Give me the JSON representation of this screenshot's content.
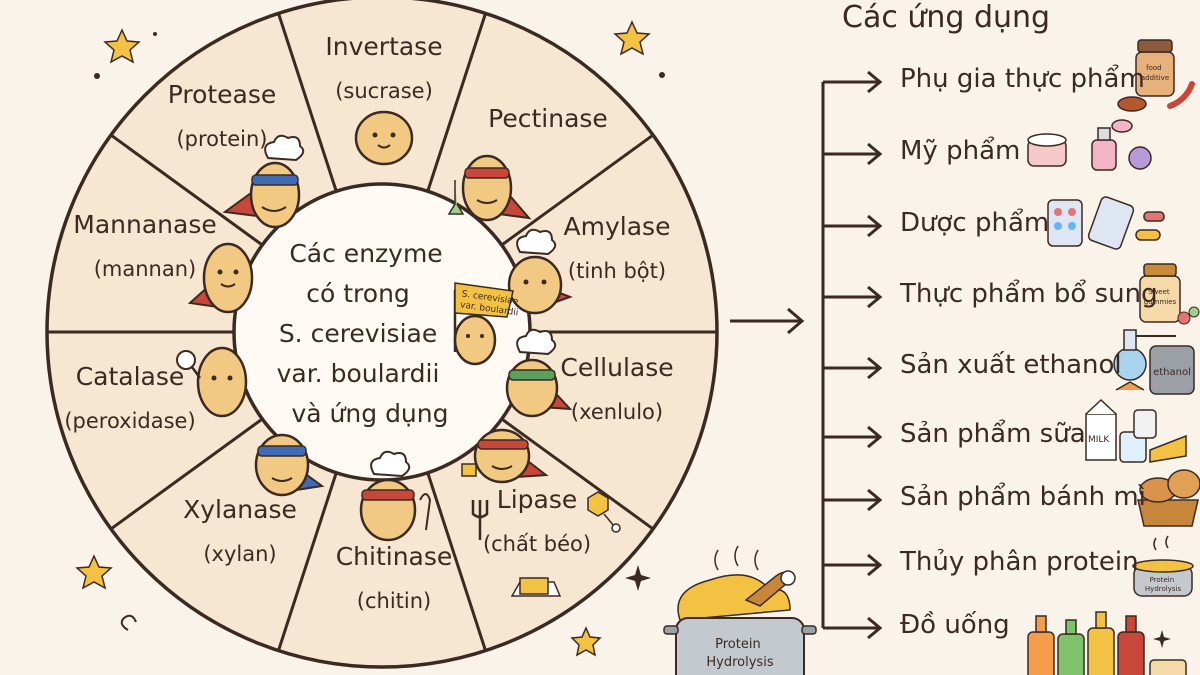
{
  "wheel": {
    "center_lines": [
      "Các enzyme",
      "có trong",
      "S. cerevisiae",
      "var. boulardii",
      "và ứng dụng"
    ],
    "flag_lines": [
      "S. cerevisiae",
      "var. boulardii"
    ],
    "segments": [
      {
        "name": "Invertase",
        "sub": "(sucrase)"
      },
      {
        "name": "Pectinase",
        "sub": ""
      },
      {
        "name": "Amylase",
        "sub": "(tinh bột)"
      },
      {
        "name": "Cellulase",
        "sub": "(xenlulo)"
      },
      {
        "name": "Lipase",
        "sub": "(chất béo)"
      },
      {
        "name": "Chitinase",
        "sub": "(chitin)"
      },
      {
        "name": "Xylanase",
        "sub": "(xylan)"
      },
      {
        "name": "Catalase",
        "sub": "(peroxidase)"
      },
      {
        "name": "Mannanase",
        "sub": "(mannan)"
      },
      {
        "name": "Protease",
        "sub": "(protein)"
      }
    ]
  },
  "applications": {
    "title": "Các ứng dụng",
    "items": [
      "Phụ gia thực phẩm",
      "Mỹ phẩm",
      "Dược phẩm",
      "Thực phẩm bổ sung",
      "Sản xuất ethanol",
      "Sản phẩm sữa",
      "Sản phẩm bánh mì",
      "Thủy phân protein",
      "Đồ uống"
    ]
  },
  "icon_labels": {
    "food_jar": [
      "food",
      "additive"
    ],
    "gummies": [
      "Sweet",
      "gummies"
    ],
    "ethanol_tank": "ethanol",
    "milk": "MILK",
    "hydrolysis_small": [
      "Protein",
      "Hydrolysis"
    ],
    "hydrolysis_pot": [
      "Protein",
      "Hydrolysis"
    ]
  },
  "colors": {
    "background": "#faf3ea",
    "wheel_fill": "#f7e6d2",
    "wheel_stroke": "#3b2a22",
    "center_fill": "#fffaf4",
    "character": "#f2c982",
    "cape": "#c8463a",
    "star": "#f3c242"
  }
}
